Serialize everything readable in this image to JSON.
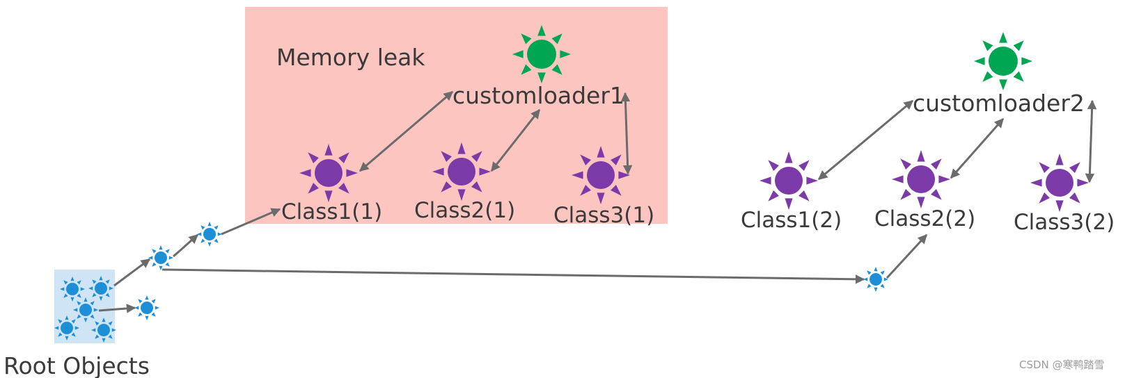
{
  "diagram": {
    "region_label": "Memory leak",
    "root_label": "Root Objects",
    "loader1": "customloader1",
    "loader2": "customloader2",
    "classes_1": [
      "Class1(1)",
      "Class2(1)",
      "Class3(1)"
    ],
    "classes_2": [
      "Class1(2)",
      "Class2(2)",
      "Class3(2)"
    ],
    "watermark": "CSDN @寒鸭踏雪"
  },
  "colors": {
    "leak_region": "#fcc5c0",
    "root_region": "#cfe4f5",
    "loader_node": "#00a651",
    "class_node": "#7b3aa8",
    "object_node": "#1d8fd6",
    "arrow": "#6b6b6b",
    "text": "#3a3a3a"
  }
}
